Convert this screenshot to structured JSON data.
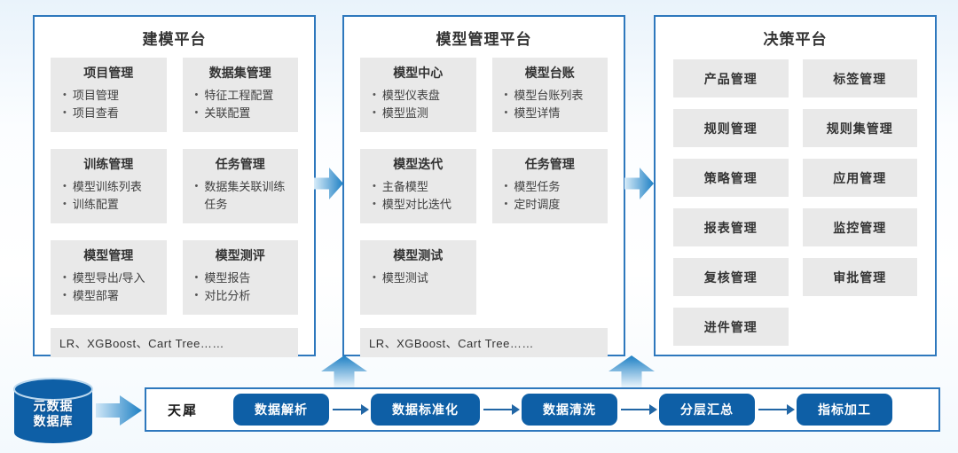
{
  "colors": {
    "panel_border": "#2e78bd",
    "node_fill": "#e9e9e9",
    "pill_fill": "#0e5fa6",
    "arrow_dark": "#1e80c4",
    "arrow_light": "#d7ecf9",
    "text_dark": "#333333"
  },
  "platforms": [
    {
      "title": "建模平台",
      "cards": [
        {
          "title": "项目管理",
          "items": [
            "项目管理",
            "项目查看"
          ]
        },
        {
          "title": "数据集管理",
          "items": [
            "特征工程配置",
            "关联配置"
          ]
        },
        {
          "title": "训练管理",
          "items": [
            "模型训练列表",
            "训练配置"
          ]
        },
        {
          "title": "任务管理",
          "items": [
            "数据集关联训练任务"
          ]
        },
        {
          "title": "模型管理",
          "items": [
            "模型导出/导入",
            "模型部署"
          ]
        },
        {
          "title": "模型测评",
          "items": [
            "模型报告",
            "对比分析"
          ]
        }
      ],
      "footer": "LR、XGBoost、Cart Tree……"
    },
    {
      "title": "模型管理平台",
      "cards": [
        {
          "title": "模型中心",
          "items": [
            "模型仪表盘",
            "模型监测"
          ]
        },
        {
          "title": "模型台账",
          "items": [
            "模型台账列表",
            "模型详情"
          ]
        },
        {
          "title": "模型迭代",
          "items": [
            "主备模型",
            "模型对比迭代"
          ]
        },
        {
          "title": "任务管理",
          "items": [
            "模型任务",
            "定时调度"
          ]
        },
        {
          "title": "模型测试",
          "items": [
            "模型测试"
          ]
        }
      ],
      "footer": "LR、XGBoost、Cart Tree……"
    },
    {
      "title": "决策平台",
      "boxes": [
        "产品管理",
        "标签管理",
        "规则管理",
        "规则集管理",
        "策略管理",
        "应用管理",
        "报表管理",
        "监控管理",
        "复核管理",
        "审批管理",
        "进件管理"
      ]
    }
  ],
  "pipeline": {
    "database": {
      "line1": "元数据",
      "line2": "数据库"
    },
    "engine_label": "天犀",
    "steps": [
      "数据解析",
      "数据标准化",
      "数据清洗",
      "分层汇总",
      "指标加工"
    ]
  }
}
